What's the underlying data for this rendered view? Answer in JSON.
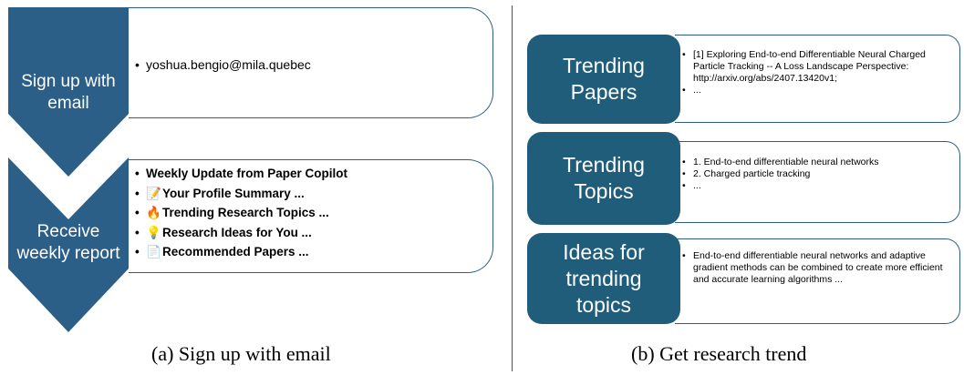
{
  "left": {
    "step1": {
      "label_line1": "Sign up with",
      "label_line2": "email",
      "email": "yoshua.bengio@mila.quebec"
    },
    "step2": {
      "label_line1": "Receive",
      "label_line2": "weekly report",
      "items": [
        {
          "icon": "",
          "text": "Weekly Update from Paper Copilot"
        },
        {
          "icon": "memo-icon",
          "glyph": "📝",
          "text": "Your Profile Summary ..."
        },
        {
          "icon": "fire-icon",
          "glyph": "🔥",
          "text": "Trending Research Topics ..."
        },
        {
          "icon": "lightbulb-icon",
          "glyph": "💡",
          "text": "Research Ideas for You ..."
        },
        {
          "icon": "page-icon",
          "glyph": "📄",
          "text": "Recommended Papers ..."
        }
      ]
    },
    "caption": "(a) Sign up with email"
  },
  "right": {
    "rows": [
      {
        "title_lines": [
          "Trending",
          "Papers"
        ],
        "bullets": [
          "[1] Exploring End-to-end Differentiable Neural Charged Particle Tracking -- A Loss Landscape Perspective: http://arxiv.org/abs/2407.13420v1;",
          "..."
        ]
      },
      {
        "title_lines": [
          "Trending",
          "Topics"
        ],
        "bullets": [
          "1. End-to-end differentiable neural networks",
          "2. Charged particle tracking",
          "..."
        ]
      },
      {
        "title_lines": [
          "Ideas for",
          "trending",
          "topics"
        ],
        "bullets": [
          "End-to-end differentiable neural networks and adaptive gradient methods can be combined to create more efficient and accurate learning algorithms ..."
        ]
      }
    ],
    "caption": "(b) Get research trend"
  },
  "colors": {
    "chevron": "#2b5f87",
    "pill": "#1f5d7a",
    "border": "#2e5f82"
  }
}
